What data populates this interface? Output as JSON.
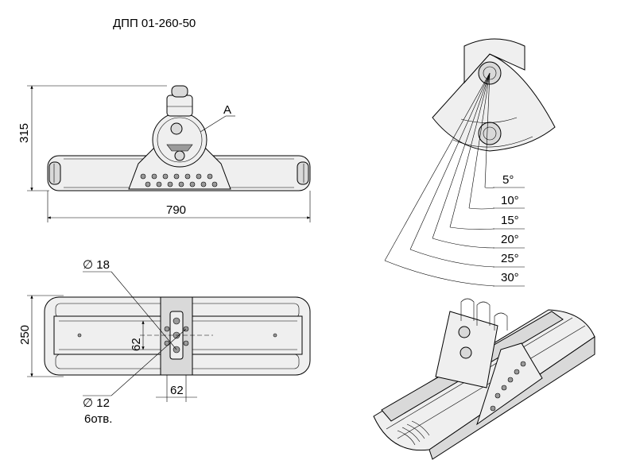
{
  "title": "ДПП 01-260-50",
  "front_view": {
    "height_dim": "315",
    "width_dim": "790",
    "detail_label": "А"
  },
  "top_view": {
    "depth_dim": "250",
    "hole_large": "∅ 18",
    "hole_small": "∅ 12",
    "hole_count": "6отв.",
    "spacing_vertical": "62",
    "spacing_horizontal": "62"
  },
  "angle_view": {
    "angles": [
      "5°",
      "10°",
      "15°",
      "20°",
      "25°",
      "30°"
    ]
  }
}
